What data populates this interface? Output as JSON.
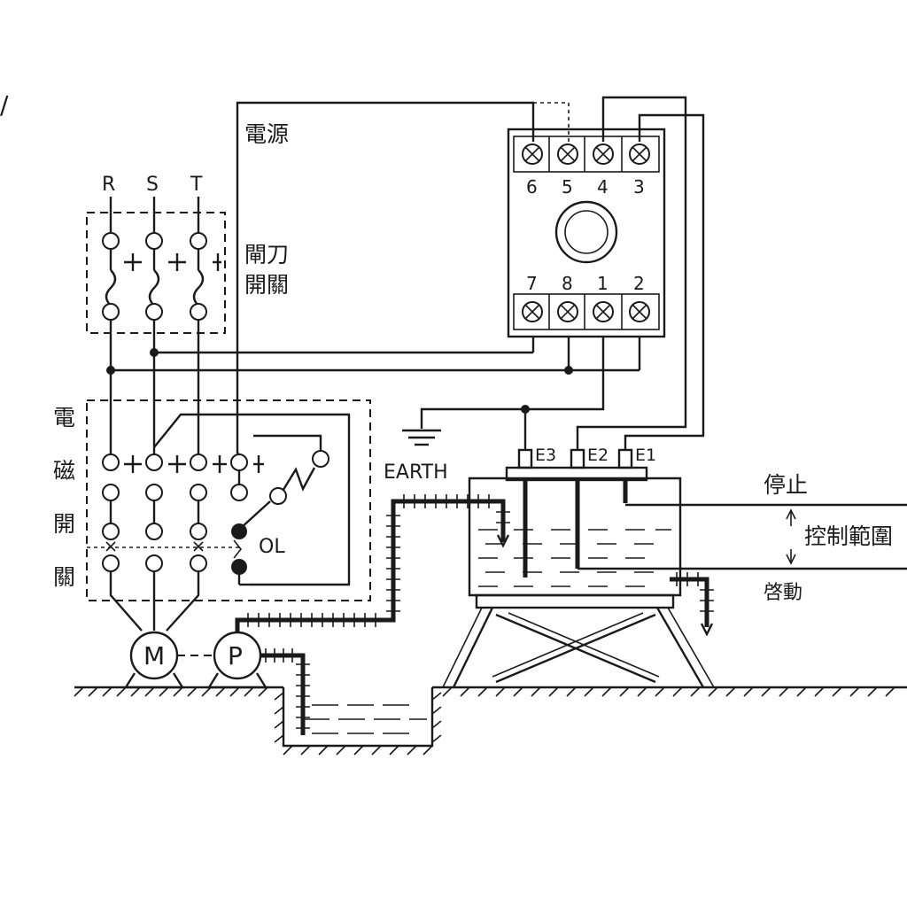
{
  "labels": {
    "corner_mark": "/",
    "power": "電源",
    "knife_switch_line1": "閘刀",
    "knife_switch_line2": "開關",
    "magnetic_switch": [
      "電",
      "磁",
      "開",
      "關"
    ],
    "phase_r": "R",
    "phase_s": "S",
    "phase_t": "T",
    "overload": "OL",
    "earth": "EARTH",
    "motor": "M",
    "pump": "P",
    "stop": "停止",
    "control_range": "控制範圍",
    "start": "啓動"
  },
  "relay": {
    "top_terminals": [
      "6",
      "5",
      "4",
      "3"
    ],
    "bottom_terminals": [
      "7",
      "8",
      "1",
      "2"
    ]
  },
  "electrodes": {
    "e3": "E3",
    "e2": "E2",
    "e1": "E1"
  }
}
